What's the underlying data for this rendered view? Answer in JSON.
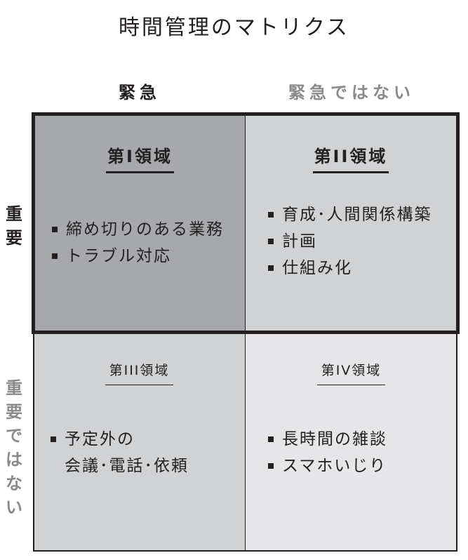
{
  "title": "時間管理のマトリクス",
  "columns": [
    {
      "label": "緊急",
      "color": "#231f20"
    },
    {
      "label": "緊急ではない",
      "color": "#8a8a8c"
    }
  ],
  "rows": [
    {
      "label": "重要",
      "chars": [
        "重",
        "要"
      ],
      "color": "#231f20"
    },
    {
      "label": "重要ではない",
      "chars": [
        "重",
        "要",
        "で",
        "は",
        "な",
        "い"
      ],
      "color": "#8a8a8c"
    }
  ],
  "quadrants": [
    {
      "title": "第I領域",
      "bg": "#a7a8ab",
      "items": [
        "締め切りのある業務",
        "トラブル対応"
      ]
    },
    {
      "title": "第II領域",
      "bg": "#d1d2d4",
      "items": [
        "育成･人間関係構築",
        "計画",
        "仕組み化"
      ]
    },
    {
      "title": "第III領域",
      "bg": "#d1d2d4",
      "items": [
        "予定外の",
        "会議･電話･依頼"
      ]
    },
    {
      "title": "第IV領域",
      "bg": "#e6e6e8",
      "items": [
        "長時間の雑談",
        "スマホいじり"
      ]
    }
  ],
  "colors": {
    "border": "#231f20",
    "muted_label": "#8a8a8c"
  }
}
